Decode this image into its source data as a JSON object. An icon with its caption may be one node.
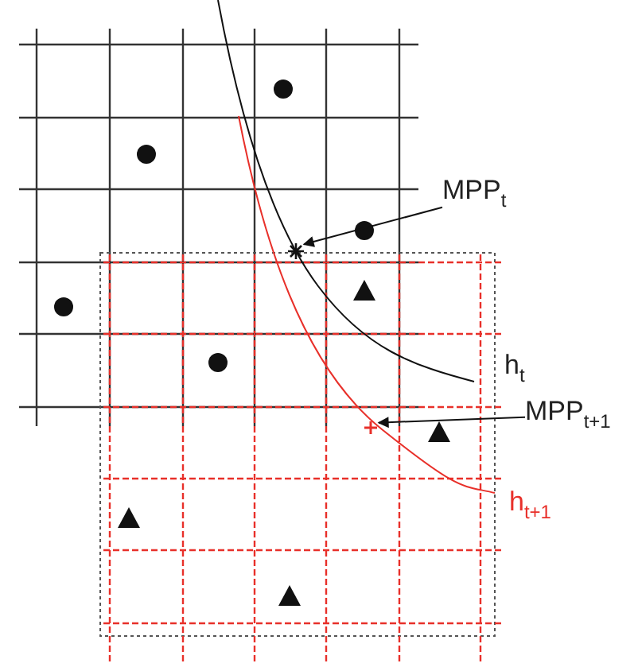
{
  "diagram": {
    "nodes": [
      {
        "text": [
          "MPP$_{t}$"
        ]
      },
      {
        "text": [],
        "shape": "star"
      },
      {
        "text": [
          "MPP$_{t+1}$"
        ]
      },
      {
        "text": [],
        "shape": "point"
      }
    ],
    "edges": [
      {
        "from": 0,
        "to": 1,
        "arrow": "to"
      },
      {
        "from": 2,
        "to": 3,
        "arrow": "to"
      }
    ],
    "labels": [
      "h$_{t}$",
      "h$_{t+1}$"
    ]
  }
}
